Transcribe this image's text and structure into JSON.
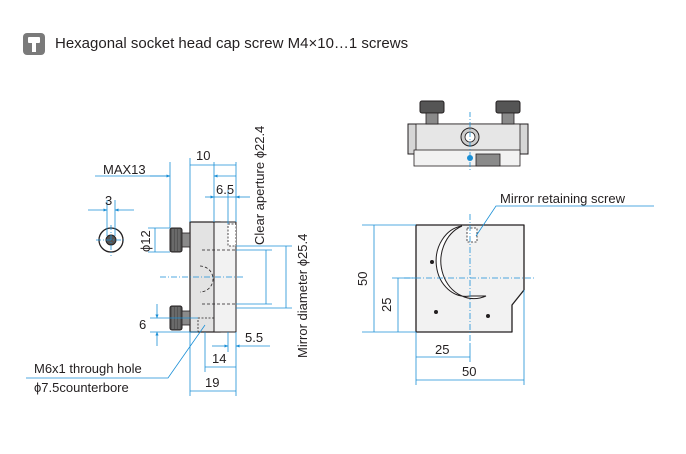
{
  "header": {
    "icon": "screw-icon",
    "text": "Hexagonal socket head cap screw M4×10…1 screws"
  },
  "side_view": {
    "dim_max13": "MAX13",
    "dim_10": "10",
    "dim_6_5": "6.5",
    "dim_3": "3",
    "dim_12": "ϕ12",
    "dim_6": "6",
    "dim_5_5": "5.5",
    "dim_14": "14",
    "dim_19": "19",
    "clear_aperture": "Clear aperture ϕ22.4",
    "mirror_diameter": "Mirror diameter ϕ25.4",
    "hole_line1": "M6x1 through hole",
    "hole_line2": "ϕ7.5counterbore"
  },
  "front_view": {
    "retaining_screw": "Mirror retaining screw",
    "dim_50_vertical": "50",
    "dim_25_vertical": "25",
    "dim_25_horizontal": "25",
    "dim_50_horizontal": "50"
  },
  "colors": {
    "line": "#231f20",
    "dim_line": "#1a8fd6",
    "part_dark": "#333333",
    "part_gray": "#8a8a8a",
    "part_light": "#d6d6d6"
  }
}
